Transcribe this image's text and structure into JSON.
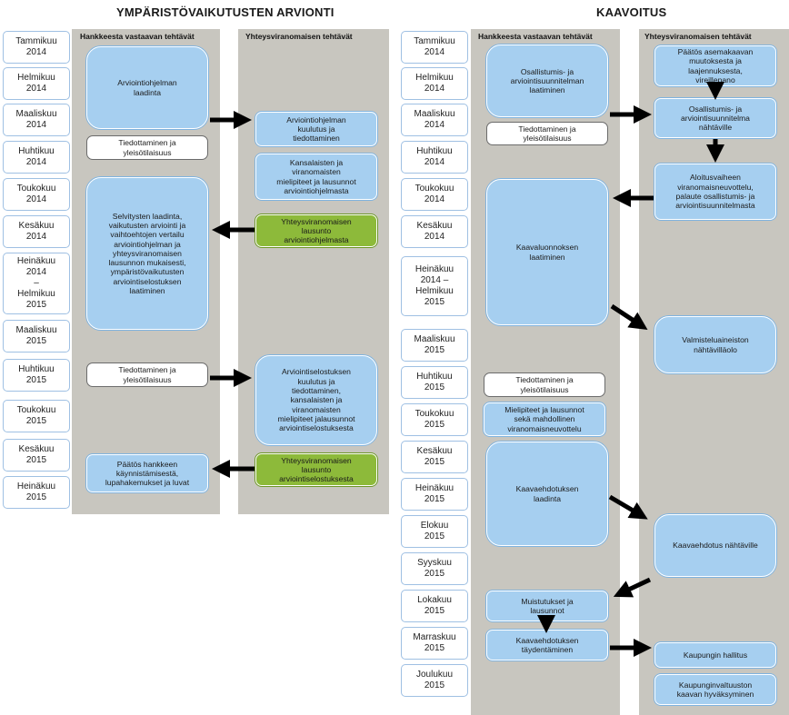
{
  "titles": {
    "left": "YMPÄRISTÖVAIKUTUSTEN ARVIONTI",
    "right": "KAAVOITUS"
  },
  "column_headers": {
    "left_owner": "Hankkeesta vastaavan tehtävät",
    "left_authority": "Yhteysviranomaisen tehtävät",
    "right_owner": "Hankkeesta vastaavan tehtävät",
    "right_authority": "Yhteysviranomaisen tehtävät"
  },
  "months_left": [
    "Tammikuu\n2014",
    "Helmikuu\n2014",
    "Maaliskuu\n2014",
    "Huhtikuu\n2014",
    "Toukokuu\n2014",
    "Kesäkuu\n2014",
    "Heinäkuu\n2014\n–\nHelmikuu\n2015",
    "Maaliskuu\n2015",
    "Huhtikuu\n2015",
    "Toukokuu\n2015",
    "Kesäkuu\n2015",
    "Heinäkuu\n2015"
  ],
  "months_right": [
    "Tammikuu\n2014",
    "Helmikuu\n2014",
    "Maaliskuu\n2014",
    "Huhtikuu\n2014",
    "Toukokuu\n2014",
    "Kesäkuu\n2014",
    "Heinäkuu\n2014 –\nHelmikuu\n2015",
    "Maaliskuu\n2015",
    "Huhtikuu\n2015",
    "Toukokuu\n2015",
    "Kesäkuu\n2015",
    "Heinäkuu\n2015",
    "Elokuu\n2015",
    "Syyskuu\n2015",
    "Lokakuu\n2015",
    "Marraskuu\n2015",
    "Joulukuu\n2015"
  ],
  "yva": {
    "owner_1": "Arviointiohjelman\nlaadinta",
    "owner_2": "Tiedottaminen ja\nyleisötilaisuus",
    "owner_3": "Selvitysten laadinta,\nvaikutusten arviointi ja\nvaihtoehtojen vertailu\narviointiohjelman ja\nyhteysviranomaisen\nlausunnon mukaisesti,\nympäristövaikutusten\narviointiselostuksen\nlaatiminen",
    "owner_4": "Tiedottaminen ja\nyleisötilaisuus",
    "owner_5": "Päätös hankkeen\nkäynnistämisestä,\nlupahakemukset ja luvat",
    "auth_1": "Arviointiohjelman\nkuulutus ja\ntiedottaminen",
    "auth_2": "Kansalaisten ja\nviranomaisten\nmielipiteet ja lausunnot\narviointiohjelmasta",
    "auth_3": "Yhteysviranomaisen\nlausunto\narviointiohjelmasta",
    "auth_4": "Arviointiselostuksen\nkuulutus ja\ntiedottaminen,\nkansalaisten ja\nviranomaisten\nmielipiteet jalausunnot\narviointiselostuksesta",
    "auth_5": "Yhteysviranomaisen\nlausunto\narviointiselostuksesta"
  },
  "kaavoitus": {
    "owner_1": "Osallistumis- ja\narviointisuunnitelman\nlaatiminen",
    "owner_2": "Tiedottaminen ja\nyleisötilaisuus",
    "owner_3": "Kaavaluonnoksen\nlaatiminen",
    "owner_4": "Tiedottaminen ja\nyleisötilaisuus",
    "owner_5": "Mielipiteet ja lausunnot\nsekä mahdollinen\nviranomaisneuvottelu",
    "owner_6": "Kaavaehdotuksen\nlaadinta",
    "owner_7": "Muistutukset ja\nlausunnot",
    "owner_8": "Kaavaehdotuksen\ntäydentäminen",
    "auth_1": "Päätös asemakaavan\nmuutoksesta ja\nlaajennuksesta,\nvireillepano",
    "auth_2": "Osallistumis- ja\narviointisuunnitelma\nnähtäville",
    "auth_3": "Aloitusvaiheen\nviranomaisneuvottelu,\npalaute osallistumis- ja\narviointisuunnitelmasta",
    "auth_4": "Valmisteluaineiston\nnähtävilläolo",
    "auth_5": "Kaavaehdotus nähtäville",
    "auth_6": "Kaupungin hallitus",
    "auth_7": "Kaupunginvaltuuston\nkaavan hyväksyminen"
  },
  "colors": {
    "blue_box": "#a6cff0",
    "green_box": "#8dba3a",
    "column_bg": "#c8c6bf",
    "month_border": "#9fc0e3"
  }
}
